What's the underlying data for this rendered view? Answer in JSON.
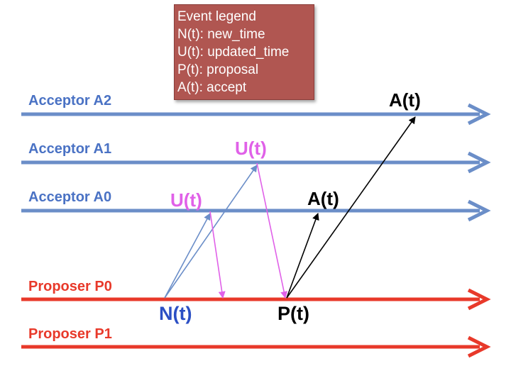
{
  "legend": {
    "title": "Event legend",
    "items": [
      "N(t): new_time",
      "U(t): updated_time",
      "P(t): proposal",
      "A(t): accept"
    ]
  },
  "lanes": {
    "acceptor_a2": "Acceptor A2",
    "acceptor_a1": "Acceptor A1",
    "acceptor_a0": "Acceptor A0",
    "proposer_p0": "Proposer P0",
    "proposer_p1": "Proposer P1"
  },
  "events": {
    "accept_a2": "A(t)",
    "update_a1": "U(t)",
    "update_a0": "U(t)",
    "accept_a0": "A(t)",
    "new_time_p0": "N(t)",
    "proposal_p0": "P(t)"
  },
  "colors": {
    "acceptor": "#4a72c4",
    "acceptor_line": "#6b8ec8",
    "proposer": "#e8392a",
    "update": "#e061e8",
    "new_time_text": "#2b4fc4",
    "accept": "#000000",
    "legend_bg": "#b05651"
  }
}
